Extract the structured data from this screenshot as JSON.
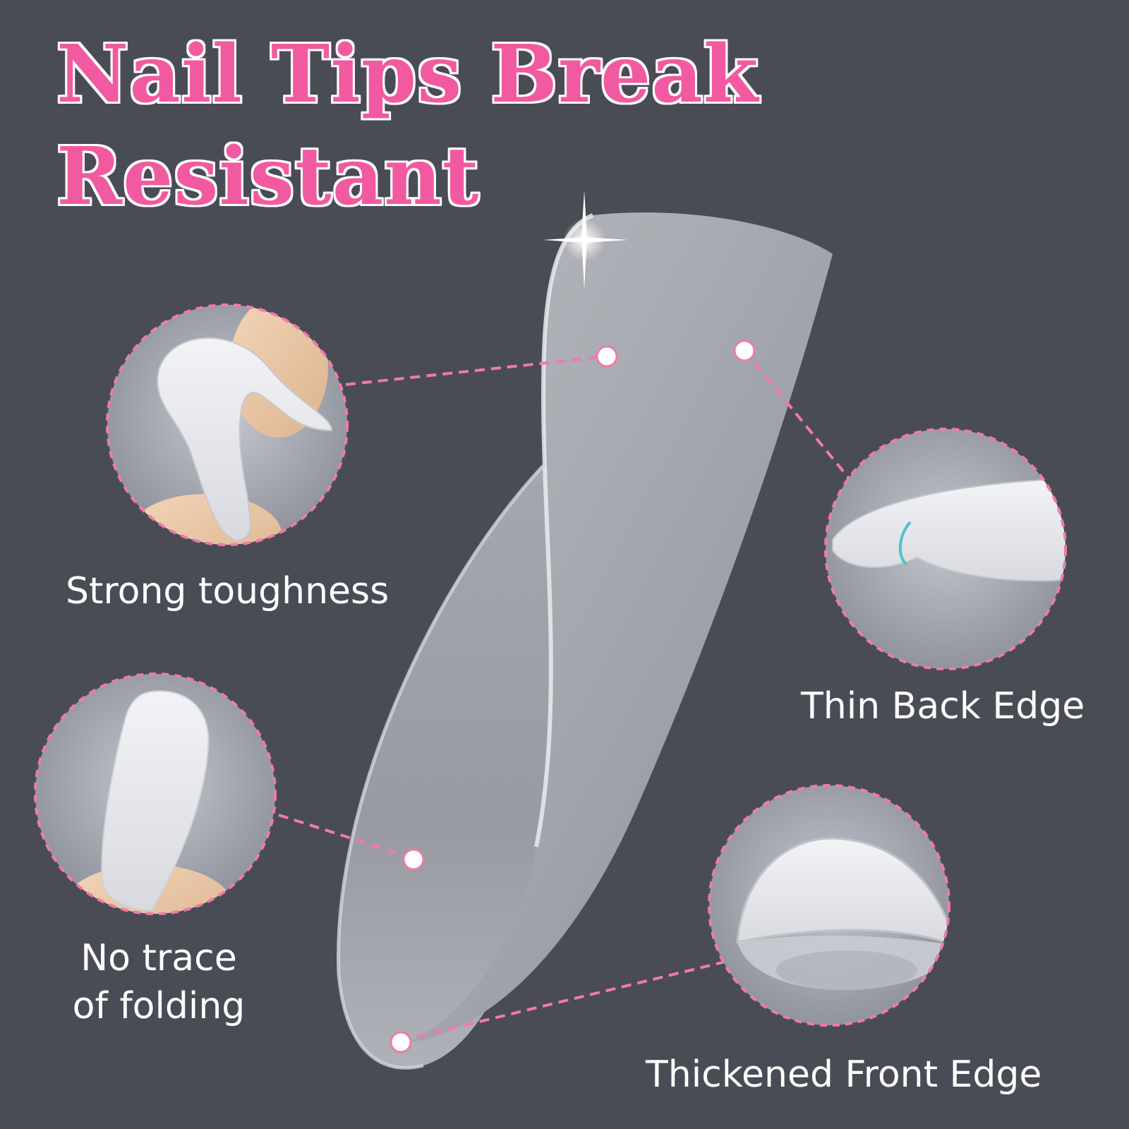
{
  "headline": {
    "line1": "Nail Tips Break",
    "line2": "Resistant"
  },
  "features": {
    "strong_toughness": "Strong toughness",
    "no_trace_line1": "No trace",
    "no_trace_line2": "of folding",
    "thin_back_edge": "Thin Back Edge",
    "thickened_front_edge": "Thickened Front Edge"
  },
  "colors": {
    "background": "#4a4c55",
    "accent_pink": "#f15aa0",
    "text_white": "#ffffff"
  }
}
